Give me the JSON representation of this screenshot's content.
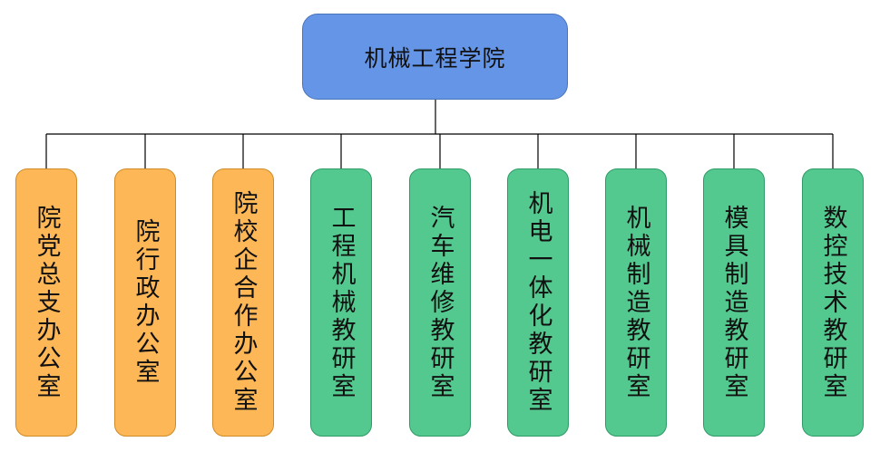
{
  "root": {
    "label": "机械工程学院",
    "color": "#6495e6"
  },
  "colors": {
    "office": "#fdb756",
    "department": "#54c98f",
    "connector": "#000000"
  },
  "offices": [
    {
      "label": "院党总支办公室",
      "type": "office"
    },
    {
      "label": "院行政办公室",
      "type": "office"
    },
    {
      "label": "院校企合作办公室",
      "type": "office"
    }
  ],
  "departments": [
    {
      "label": "工程机械教研室",
      "type": "department"
    },
    {
      "label": "汽车维修教研室",
      "type": "department"
    },
    {
      "label": "机电一体化教研室",
      "type": "department"
    },
    {
      "label": "机械制造教研室",
      "type": "department"
    },
    {
      "label": "模具制造教研室",
      "type": "department"
    },
    {
      "label": "数控技术教研室",
      "type": "department"
    }
  ]
}
